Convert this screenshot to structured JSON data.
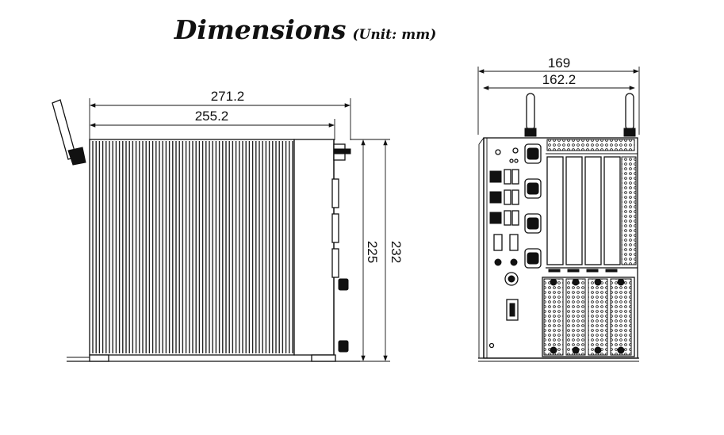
{
  "title": {
    "main": "Dimensions",
    "unit": "(Unit: mm)"
  },
  "side_view": {
    "dims": {
      "overall_width": "271.2",
      "body_width": "255.2",
      "body_height": "225",
      "overall_height": "232"
    }
  },
  "front_view": {
    "dims": {
      "overall_width": "169",
      "body_width": "162.2"
    }
  }
}
